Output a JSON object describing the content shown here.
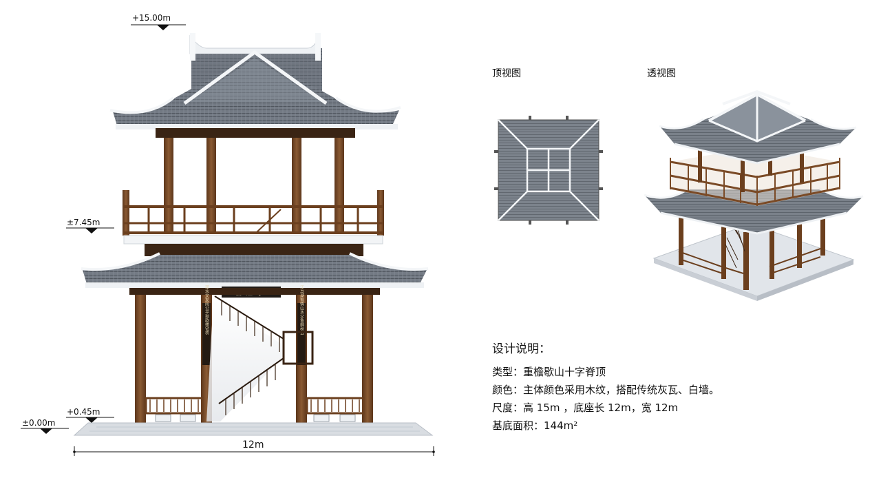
{
  "elevation": {
    "levels": [
      "+15.00m",
      "±7.45m",
      "+0.45m",
      "±0.00m"
    ],
    "width_dimension": "12m",
    "plaque": "临江亭",
    "couplet_left": "萍水文友阅公平秋韵楼钻桥",
    "couplet_right": "江与湖有情山水父鱼柳秋云"
  },
  "views": {
    "top_label": "顶视图",
    "perspective_label": "透视图"
  },
  "notes": {
    "title": "设计说明：",
    "lines": [
      "类型：重檐歇山十字脊顶",
      "颜色：主体颜色采用木纹，搭配传统灰瓦、白墙。",
      "尺度：高 15m ，底座长 12m，宽 12m",
      "基底面积：144m²"
    ]
  },
  "colors": {
    "wood": "#7a4a26",
    "roof_tile": "#6f7680",
    "ridge": "#f4f6f8",
    "base": "#d9dde2"
  }
}
